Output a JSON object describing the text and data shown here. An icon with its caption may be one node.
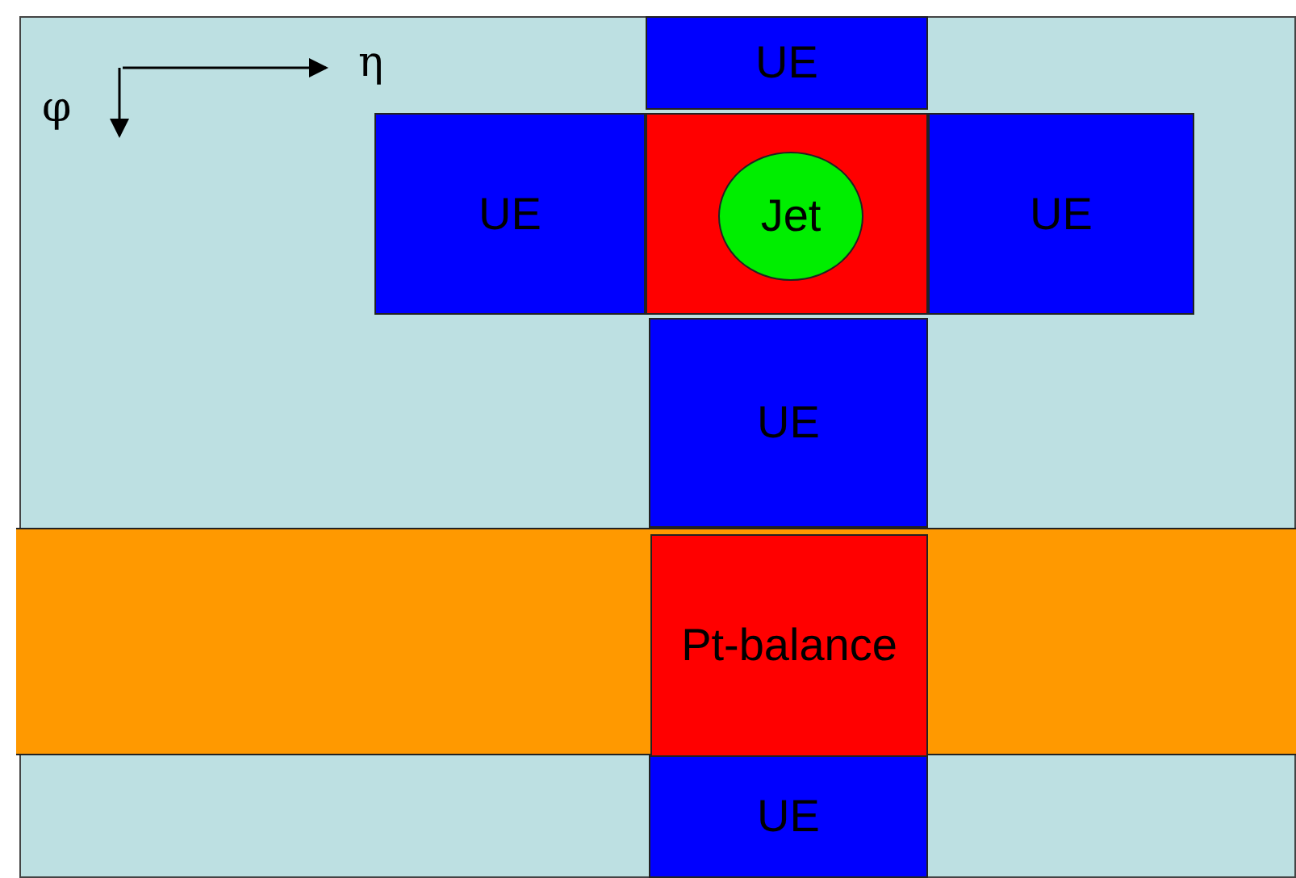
{
  "diagram": {
    "nodes": [
      {
        "text": [
          "UE"
        ]
      },
      {
        "text": [
          "UE"
        ]
      },
      {
        "text": [],
        "shape": "box"
      },
      {
        "text": [
          "Jet"
        ],
        "in": 2
      },
      {
        "text": [
          "UE"
        ]
      },
      {
        "text": [
          "UE"
        ]
      },
      {
        "text": [],
        "shape": "bar"
      },
      {
        "text": [
          "Pt-balance"
        ],
        "in": 6
      },
      {
        "text": [
          "UE"
        ]
      }
    ],
    "edges": [],
    "labels": [
      "φ",
      "η"
    ]
  }
}
